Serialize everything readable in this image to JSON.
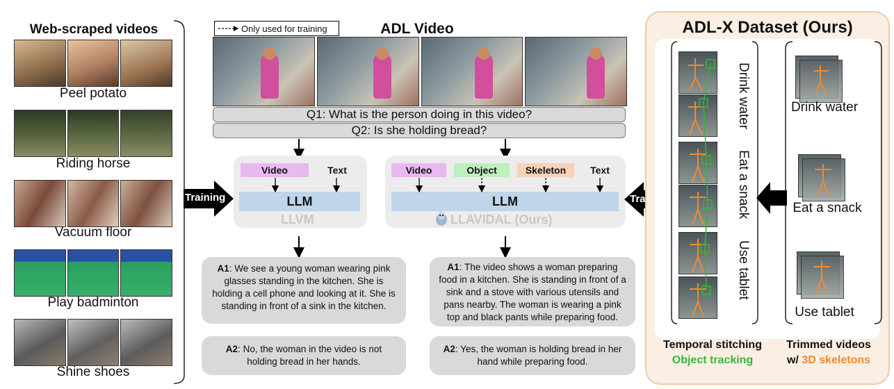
{
  "left": {
    "title": "Web-scraped videos",
    "items": [
      {
        "label": "Peel potato",
        "colors": [
          "#8a6a4a",
          "#c4a27a",
          "#9c7452"
        ]
      },
      {
        "label": "Riding horse",
        "colors": [
          "#4d5a3a",
          "#7d8a62",
          "#5e6b45"
        ]
      },
      {
        "label": "Vacuum floor",
        "colors": [
          "#7a4a3a",
          "#b48a70",
          "#8a5a48"
        ]
      },
      {
        "label": "Play badminton",
        "colors": [
          "#2a7a4a",
          "#3a9a5a",
          "#2a8a52"
        ]
      },
      {
        "label": "Shine shoes",
        "colors": [
          "#6a6a6a",
          "#9a9a9a",
          "#7a7a7a"
        ]
      }
    ]
  },
  "training_left": "Training",
  "training_right": "Training",
  "legend": {
    "text": "Only used for training"
  },
  "middle": {
    "title": "ADL Video",
    "q1": "Q1: What is the person doing in this video?",
    "q2": "Q2: Is she holding bread?",
    "llvm": {
      "video": "Video",
      "text": "Text",
      "llm": "LLM",
      "name": "LLVM"
    },
    "llavidal": {
      "video": "Video",
      "object": "Object",
      "skeleton": "Skeleton",
      "text": "Text",
      "llm": "LLM",
      "name": "LLAVIDAL (Ours)"
    },
    "answers_left": {
      "a1_tag": "A1",
      "a1": ": We see a young woman wearing pink glasses standing in the kitchen. She is holding a cell phone and looking at it. She is standing in front of a sink in the kitchen.",
      "a2_tag": "A2",
      "a2": ": No, the woman in the video is not holding bread in her hands."
    },
    "answers_right": {
      "a1_tag": "A1",
      "a1": ": The video shows a woman preparing food in a kitchen. She is standing in front of a sink and a stove with various utensils and pans nearby. The woman is wearing a pink top and black pants while preparing food.",
      "a2_tag": "A2",
      "a2": ": Yes, the woman is holding bread in her hand while preparing food."
    }
  },
  "right": {
    "title": "ADL-X Dataset (Ours)",
    "stitch_labels": [
      "Drink water",
      "Eat a snack",
      "Use tablet"
    ],
    "trimmed_labels": [
      "Drink water",
      "Eat a snack",
      "Use tablet"
    ],
    "caption_left_1": "Temporal stitching",
    "caption_left_2": "Object tracking",
    "caption_right_1": "Trimmed videos",
    "caption_right_2a": "w/ ",
    "caption_right_2b": "3D skeletons"
  },
  "colors": {
    "video_tag": "#eab8f0",
    "object_tag": "#bdf0bd",
    "skeleton_tag": "#f6d2b8",
    "llm": "#bfd5ea",
    "green": "#33b833",
    "orange": "#f08a30",
    "panel": "#fbeee3"
  }
}
